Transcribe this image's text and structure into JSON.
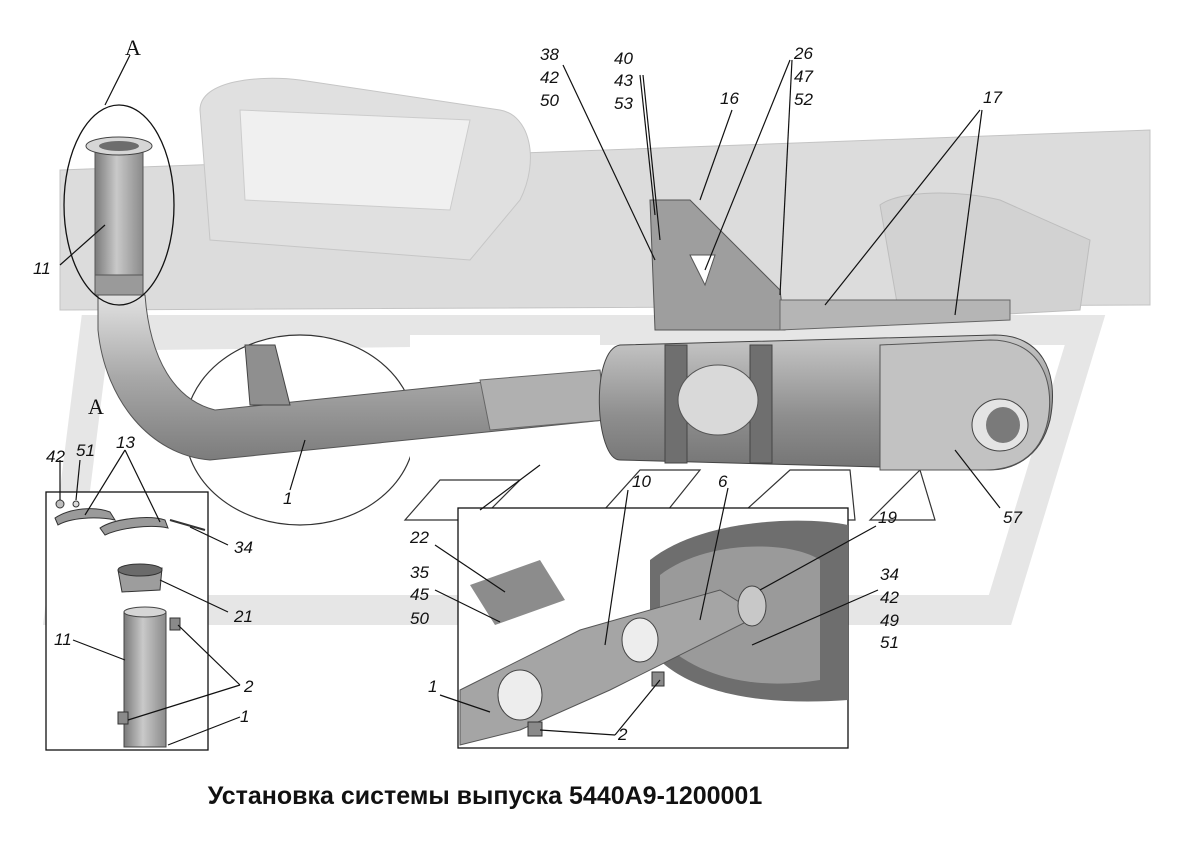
{
  "title": "Установка системы выпуска 5440А9-1200001",
  "section_labels": {
    "main": "А",
    "detail": "А"
  },
  "callouts": {
    "c38": "38",
    "c42a": "42",
    "c50a": "50",
    "c40": "40",
    "c43": "43",
    "c53": "53",
    "c16": "16",
    "c26": "26",
    "c47": "47",
    "c52": "52",
    "c17": "17",
    "c11a": "11",
    "c1a": "1",
    "c57": "57",
    "c42b": "42",
    "c51a": "51",
    "c13": "13",
    "c34a": "34",
    "c21": "21",
    "c11b": "11",
    "c2a": "2",
    "c1b": "1",
    "c22": "22",
    "c35": "35",
    "c45": "45",
    "c50b": "50",
    "c10": "10",
    "c6": "6",
    "c19": "19",
    "c34b": "34",
    "c42c": "42",
    "c49": "49",
    "c51b": "51",
    "c1c": "1",
    "c2b": "2"
  },
  "colors": {
    "frame_gray": "#d9d9d9",
    "pipe": "#b8b8b8",
    "muffler": "#a9a9a9",
    "line": "#111111"
  }
}
